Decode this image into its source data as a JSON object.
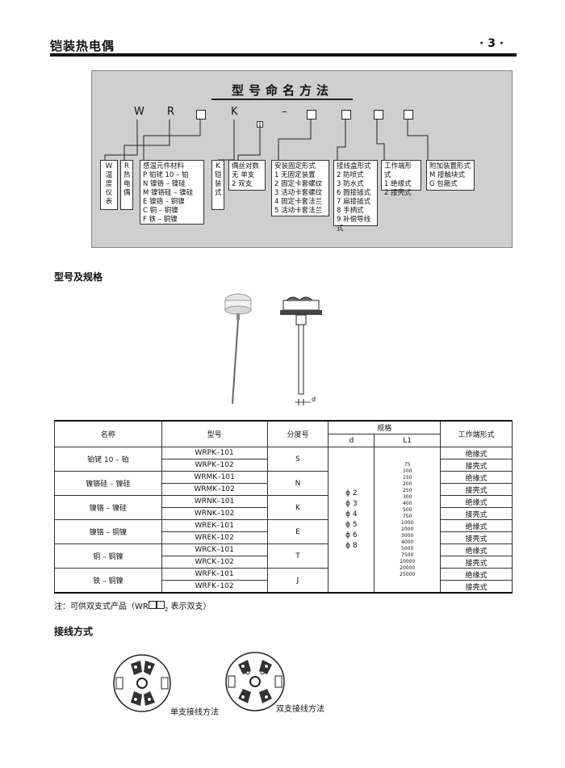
{
  "header": {
    "title": "铠装热电偶",
    "page_number": "· 3 ·"
  },
  "naming": {
    "title": "型号命名方法",
    "code_parts": [
      "W",
      "R",
      "K",
      "–"
    ],
    "boxes": {
      "w": [
        "W",
        "温",
        "度",
        "仪",
        "表"
      ],
      "r": [
        "R",
        "热",
        "电",
        "偶"
      ],
      "material": [
        "感温元件材料",
        "P  铂铑 10 – 铂",
        "N  镍铬 – 镍硅",
        "M  镍铬硅 – 镍硅",
        "E  镍铬 – 铜镍",
        "C  铜 – 铜镍",
        "F  铁 – 铜镍"
      ],
      "k": [
        "K",
        "铠",
        "装",
        "式"
      ],
      "couple": [
        "偶丝对数",
        "无    单支",
        "2     双支"
      ],
      "mount": [
        "安装固定形式",
        "1 无固定装置",
        "2 固定卡套螺纹",
        "3 活动卡套螺纹",
        "4  固定卡套法兰",
        "5 活动卡套法兰"
      ],
      "junction_box": [
        "接线盒形式",
        "2 防喷式",
        "3 防水式",
        "6 圆接插式",
        "7 扁接插式",
        "8 手柄式",
        "9 补偿导线式"
      ],
      "work_end": [
        "工作端形式",
        "1 绝缘式",
        "2 接壳式"
      ],
      "extra": [
        "附加装置形式",
        "M 接触块式",
        "G 包箍式"
      ]
    }
  },
  "spec_section": {
    "title": "型号及规格"
  },
  "dimension_label": "d",
  "spec_table": {
    "headers": {
      "name": "名称",
      "model": "型号",
      "graduation": "分度号",
      "spec": "规格",
      "d": "d",
      "l1": "L1",
      "work_end": "工作端形式"
    },
    "groups": [
      {
        "name": "铂铑 10 – 铂",
        "models": [
          "WRPK–101",
          "WRPK–102"
        ],
        "graduation": "S"
      },
      {
        "name": "镍铬硅 – 镍硅",
        "models": [
          "WRMK–101",
          "WRMK–102"
        ],
        "graduation": "N"
      },
      {
        "name": "镍铬 – 镍硅",
        "models": [
          "WRNK–101",
          "WRNK–102"
        ],
        "graduation": "K"
      },
      {
        "name": "镍铬 – 铜镍",
        "models": [
          "WREK–101",
          "WREK–102"
        ],
        "graduation": "E"
      },
      {
        "name": "铜 – 铜镍",
        "models": [
          "WRCK–101",
          "WRCK–102"
        ],
        "graduation": "T"
      },
      {
        "name": "铁 – 铜镍",
        "models": [
          "WRFK–101",
          "WRFK–102"
        ],
        "graduation": "J"
      }
    ],
    "work_end_types": [
      "绝缘式",
      "接壳式"
    ],
    "d_values": [
      "ϕ 2",
      "ϕ 3",
      "ϕ 4",
      "ϕ 5",
      "ϕ 6",
      "ϕ 8"
    ],
    "l1_values": [
      "75",
      "100",
      "150",
      "200",
      "250",
      "300",
      "400",
      "500",
      "750",
      "1000",
      "2000",
      "3000",
      "4000",
      "5000",
      "7500",
      "10000",
      "20000",
      "25000"
    ]
  },
  "note": {
    "prefix": "注：可供双支式产品（WR",
    "suffix": " 表示双支）",
    "sub": "2"
  },
  "wiring": {
    "title": "接线方式",
    "single": "单支接线方法",
    "double": "双支接线方法"
  }
}
